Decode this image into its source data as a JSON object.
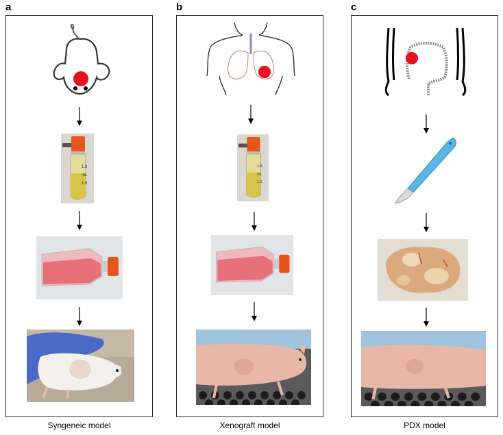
{
  "panels": [
    {
      "letter": "a",
      "caption": "Syngeneic model"
    },
    {
      "letter": "b",
      "caption": "Xenograft model"
    },
    {
      "letter": "c",
      "caption": "PDX model"
    }
  ],
  "vial_labels": [
    "1.8",
    "mL",
    "1.5"
  ],
  "colors": {
    "tumor_red": "#e8101a",
    "media_pink": "#e8707a",
    "cap_orange": "#e8551c",
    "glove_blue": "#4a6ac8",
    "scalpel_blue": "#5ab6e6",
    "nude_mouse_pink": "#e9b7a8"
  },
  "icons": [
    "mouse-icon",
    "human-torso-lungs-icon",
    "human-colon-icon",
    "cryovial-icon",
    "culture-flask-icon",
    "scalpel-icon",
    "tumor-tissue-icon",
    "mouse-photo-icon"
  ]
}
